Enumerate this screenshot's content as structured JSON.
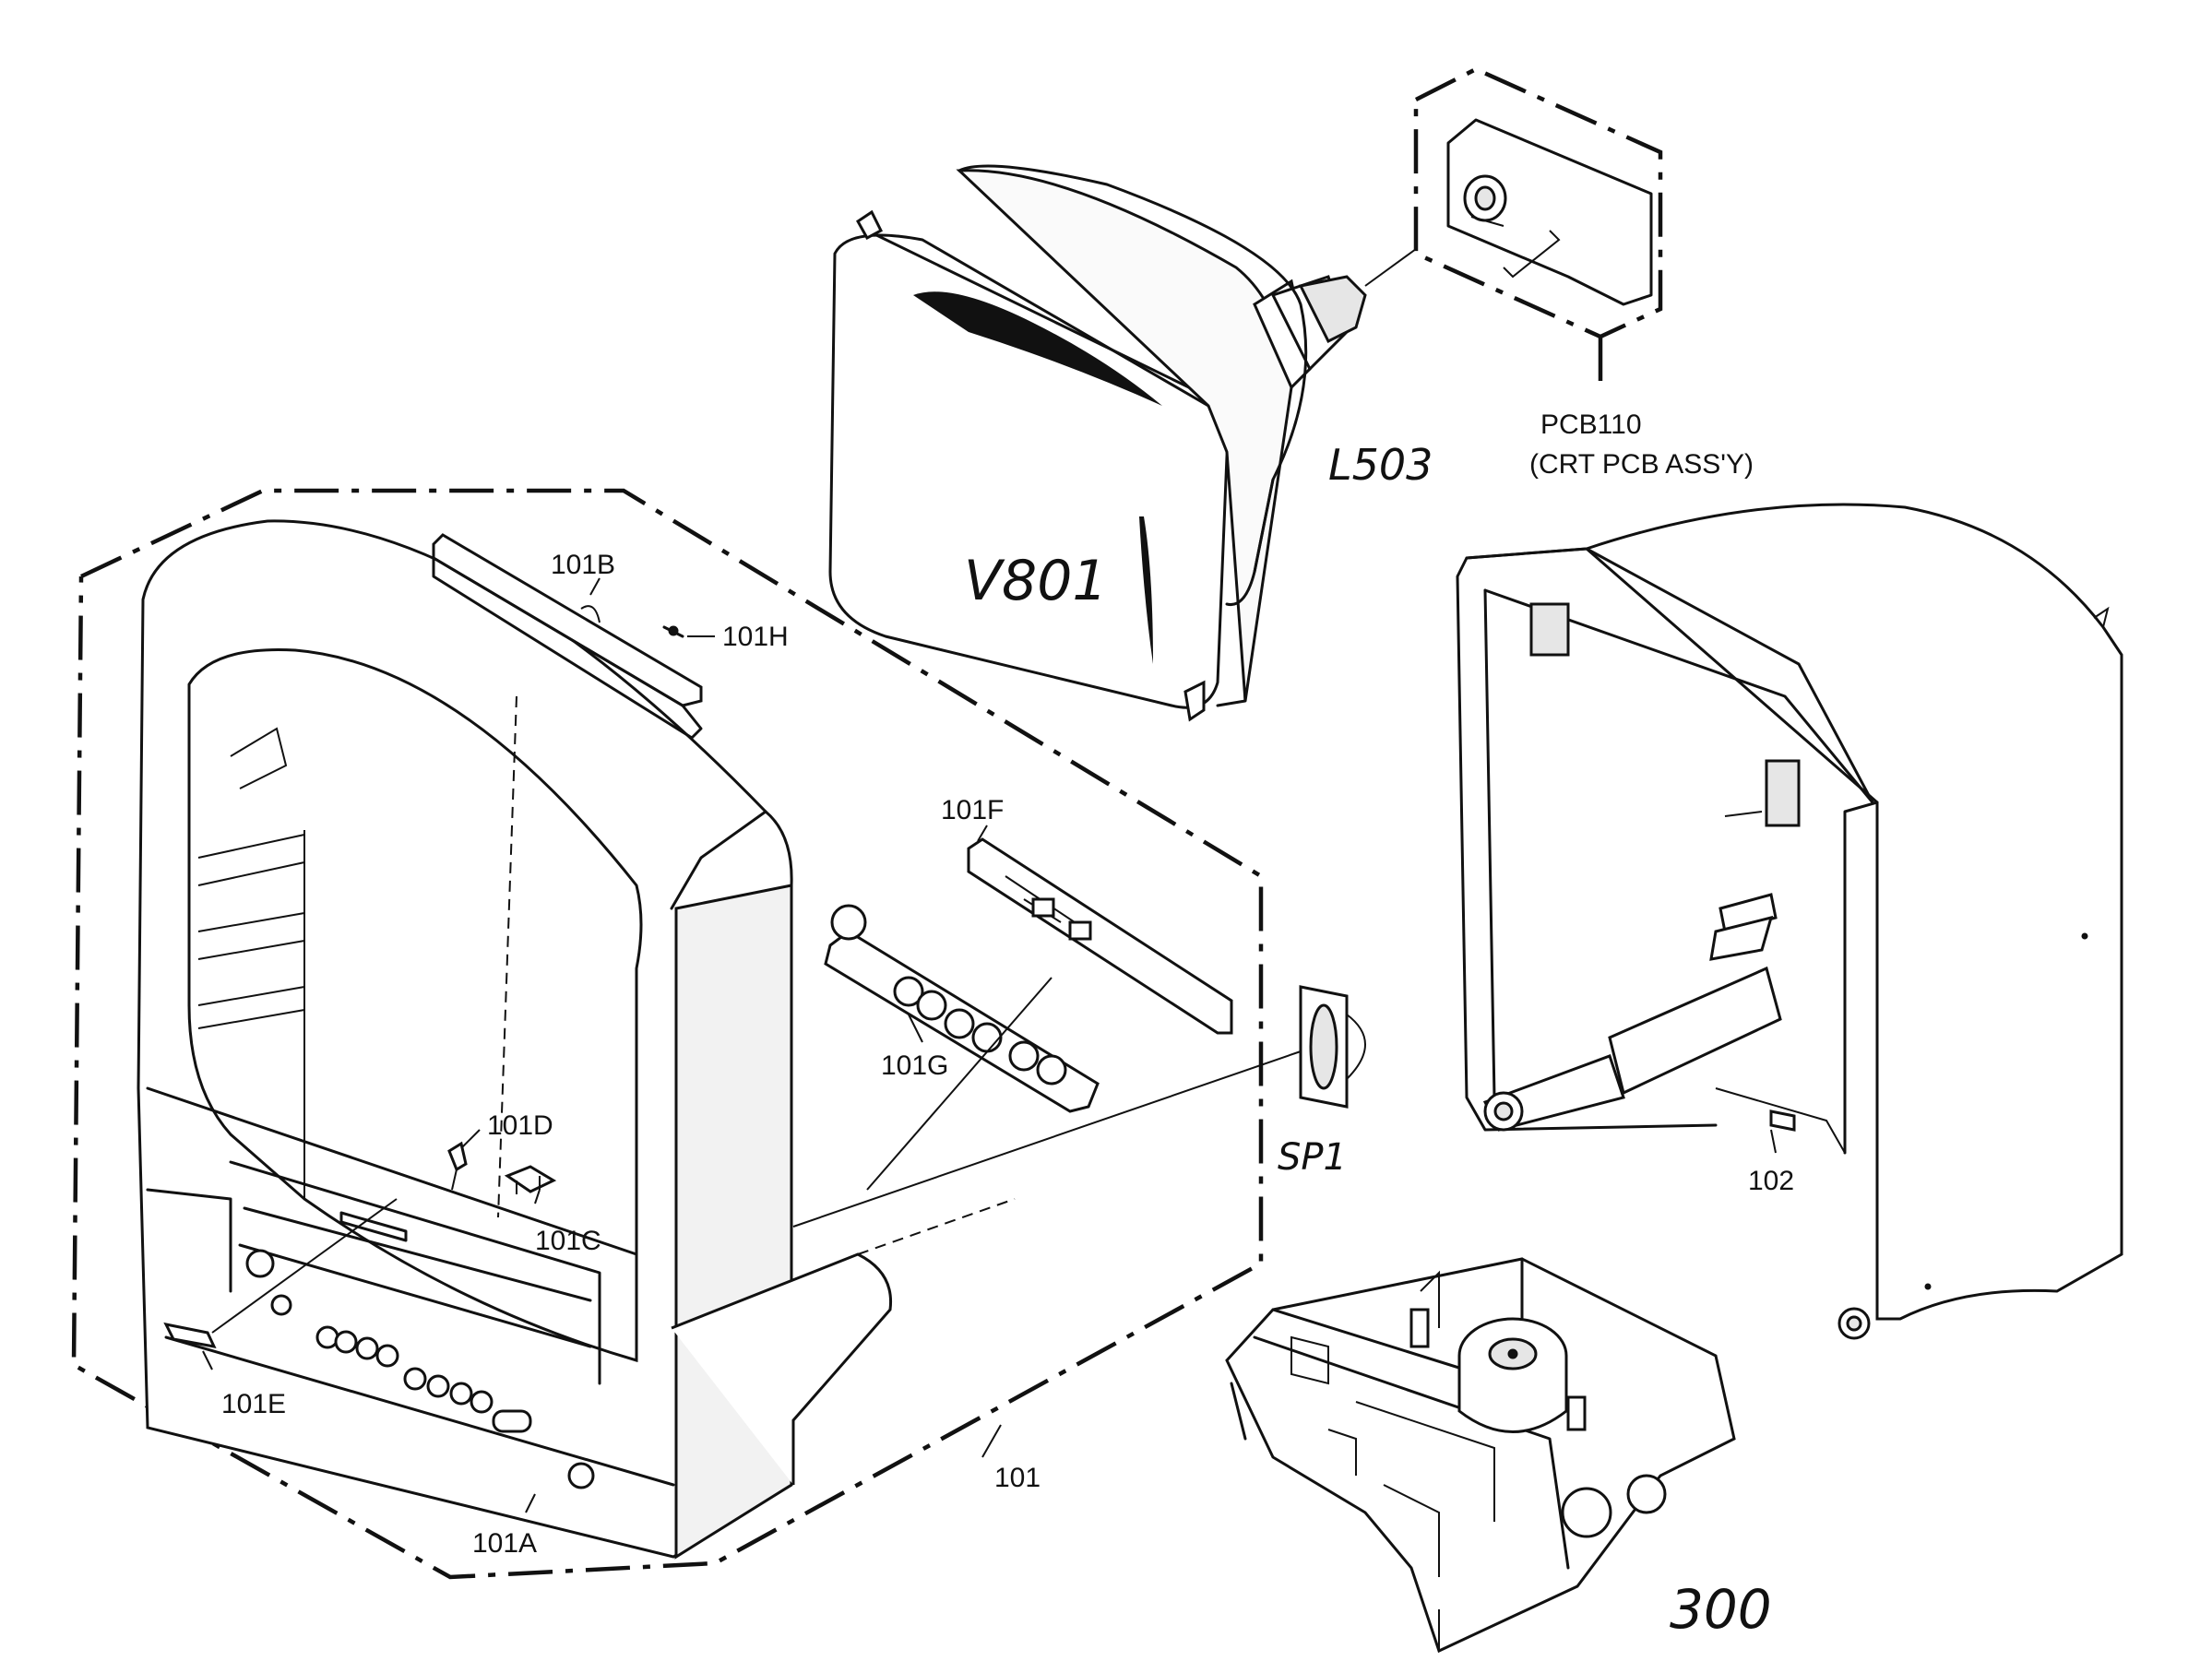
{
  "labels": {
    "pcb110": "PCB110",
    "pcb110_desc": "(CRT PCB ASS'Y)",
    "l503": "L503",
    "v801": "V801",
    "p101": "101",
    "p101a": "101A",
    "p101b": "101B",
    "p101c": "101C",
    "p101d": "101D",
    "p101e": "101E",
    "p101f": "101F",
    "p101g": "101G",
    "p101h": "101H",
    "p102": "102",
    "sp1": "SP1",
    "p300": "300"
  }
}
